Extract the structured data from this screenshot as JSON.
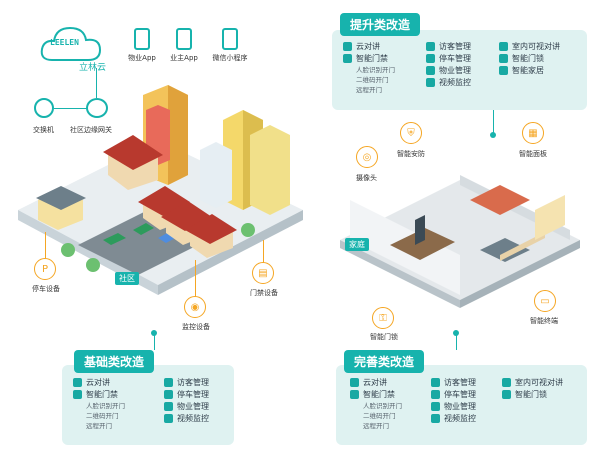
{
  "cloud": {
    "logo": "LEELEN",
    "name": "立林云"
  },
  "apps": [
    {
      "label": "物业App",
      "icon": "phone-icon"
    },
    {
      "label": "业主App",
      "icon": "phone-icon"
    },
    {
      "label": "微信小程序",
      "icon": "phone-icon"
    }
  ],
  "devices": {
    "switch": "交换机",
    "gateway": "社区边缘网关",
    "parking": "停车设备",
    "monitor": "监控设备",
    "access": "门禁设备",
    "home_badge": "家庭",
    "community_badge": "社区",
    "camera": "摄像头",
    "security": "智能安防",
    "panel": "智能面板",
    "door_lock": "智能门锁",
    "terminal": "智能终端"
  },
  "upgrade": {
    "title": "提升类改造",
    "col1": [
      "云对讲",
      "智能门禁"
    ],
    "col1_sub": [
      "人脸识别开门",
      "二维码开门",
      "远程开门"
    ],
    "col2": [
      "访客管理",
      "停车管理",
      "物业管理",
      "视频监控"
    ],
    "col3": [
      "室内可视对讲",
      "智能门锁",
      "智能家居"
    ]
  },
  "basic": {
    "title": "基础类改造",
    "col1": [
      "云对讲",
      "智能门禁"
    ],
    "col1_sub": [
      "人脸识别开门",
      "二维码开门",
      "远程开门"
    ],
    "col2": [
      "访客管理",
      "停车管理",
      "物业管理",
      "视频监控"
    ]
  },
  "complete": {
    "title": "完善类改造",
    "col1": [
      "云对讲",
      "智能门禁"
    ],
    "col1_sub": [
      "人脸识别开门",
      "二维码开门",
      "远程开门"
    ],
    "col2": [
      "访客管理",
      "停车管理",
      "物业管理",
      "视频监控"
    ],
    "col3": [
      "室内可视对讲",
      "智能门锁"
    ]
  },
  "colors": {
    "teal": "#17b3ad",
    "panel": "#dff2f1",
    "orange": "#f5a623"
  }
}
